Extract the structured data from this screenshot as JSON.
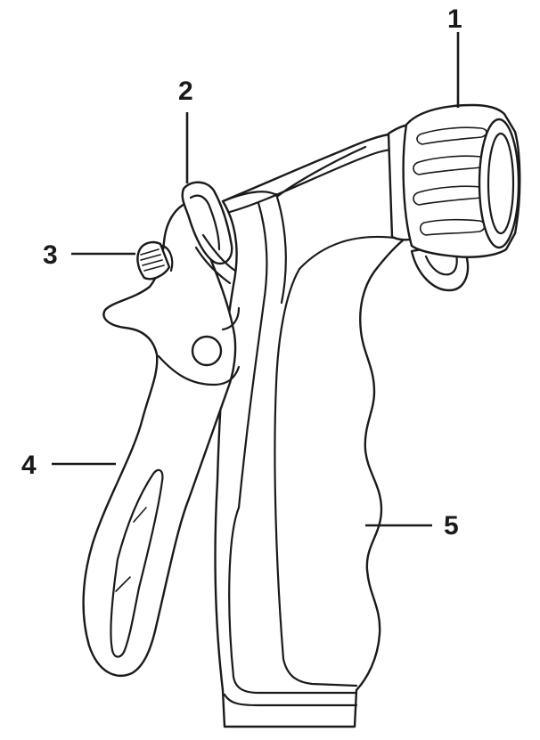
{
  "callouts": [
    {
      "id": "1",
      "part": "nozzle-head"
    },
    {
      "id": "2",
      "part": "trigger-lock"
    },
    {
      "id": "3",
      "part": "flow-adjust-knob"
    },
    {
      "id": "4",
      "part": "trigger-lever"
    },
    {
      "id": "5",
      "part": "grip-handle"
    }
  ],
  "colors": {
    "ink": "#1a1a1a",
    "background": "#ffffff"
  }
}
